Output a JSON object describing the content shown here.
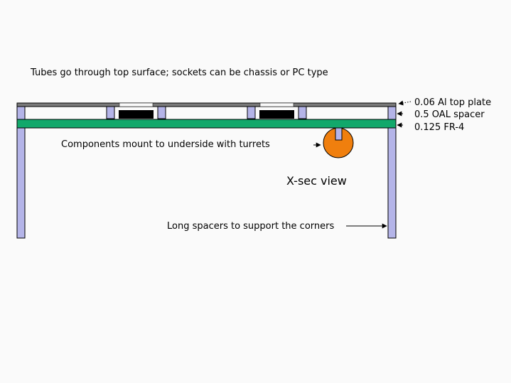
{
  "title_note": "Tubes go through top surface; sockets can be chassis or PC type",
  "callouts": {
    "top_plate": "0.06 Al top plate",
    "spacer": "0.5 OAL spacer",
    "board": "0.125 FR-4"
  },
  "components_note": "Components mount to underside with turrets",
  "view_label": "X-sec view",
  "long_spacers_note": "Long spacers to support the corners",
  "colors": {
    "background": "#fafafa",
    "top_plate": "#7a7a7a",
    "spacer": "#b4b4e8",
    "board": "#12a86b",
    "socket": "#000000",
    "component": "#f07f0e",
    "outline": "#000000"
  }
}
